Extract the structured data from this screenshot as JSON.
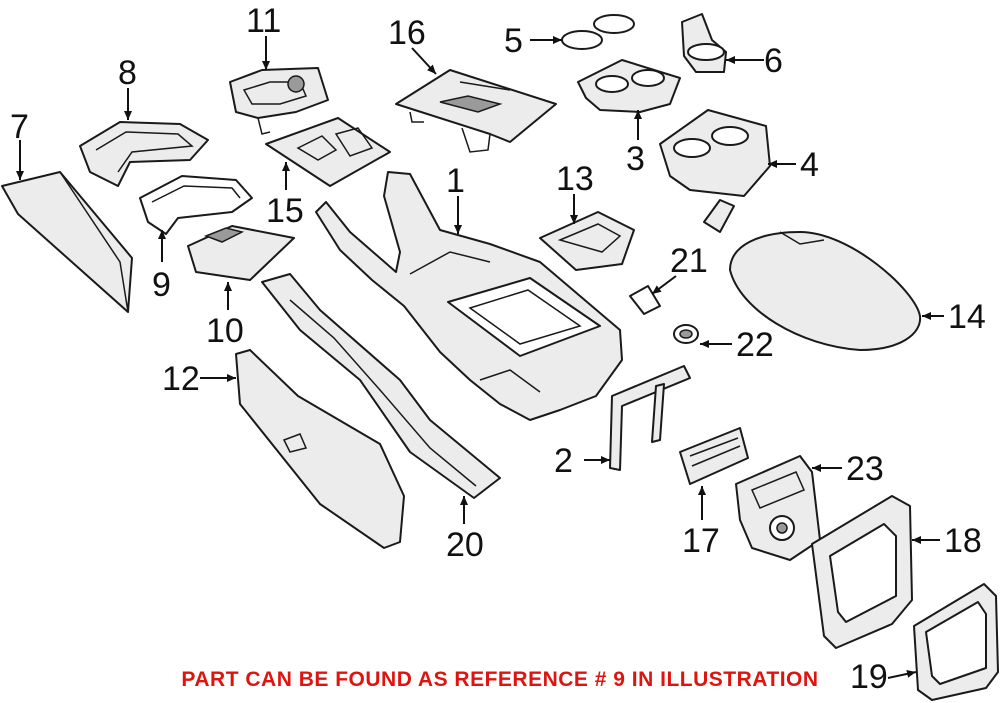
{
  "diagram": {
    "callouts": [
      "1",
      "2",
      "3",
      "4",
      "5",
      "6",
      "7",
      "8",
      "9",
      "10",
      "11",
      "12",
      "13",
      "14",
      "15",
      "16",
      "17",
      "18",
      "19",
      "20",
      "21",
      "22",
      "23"
    ],
    "note": "PART CAN BE FOUND AS REFERENCE # 9 IN ILLUSTRATION",
    "note_color": "#e0140f"
  }
}
